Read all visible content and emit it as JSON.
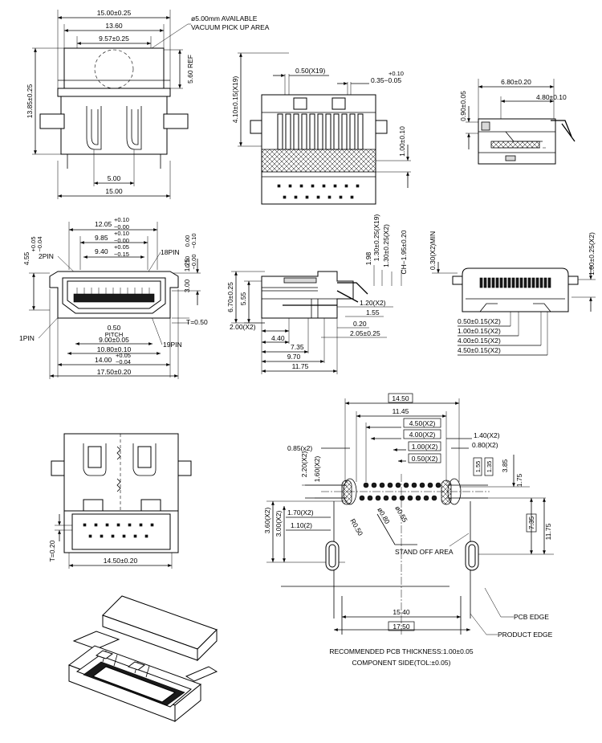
{
  "front_view": {
    "overall_width": "15.00±0.25",
    "inner_width": "13.60",
    "opening_width": "9.57±0.25",
    "vacuum_note_line1": "ø5.00mm AVAILABLE",
    "vacuum_note_line2": "VACUUM PICK UP AREA",
    "height_ref": "5.60 REF",
    "overall_height": "13.85±0.25",
    "post_spacing": "5.00",
    "bottom_width": "15.00"
  },
  "side_view": {
    "pin_width": "0.50(X19)",
    "pin_tol_plus": "+0.10",
    "pin_tol_main": "0.35−0.05",
    "height_pins": "4.10±0.15(X19)",
    "standoff": "1.00±0.10"
  },
  "right_view": {
    "dim_a": "6.80±0.20",
    "dim_b": "4.80±0.10",
    "dim_c": "0.90±0.05"
  },
  "mating_face": {
    "w1": "12.05",
    "w1_tol_up": "+0.10",
    "w1_tol_dn": "−0.00",
    "w2": "9.85",
    "w2_tol_up": "+0.10",
    "w2_tol_dn": "−0.00",
    "w3": "9.40",
    "w3_tol_up": "+0.05",
    "w3_tol_dn": "−0.15",
    "pin2": "2PIN",
    "pin18": "18PIN",
    "pin1": "1PIN",
    "pin19": "19PIN",
    "h_left": "4.55",
    "h_left_tol_up": "+0.05",
    "h_left_tol_dn": "−0.04",
    "h_r1": "1.25",
    "h_r1_tol_up": "0.00",
    "h_r1_tol_dn": "−0.10",
    "h_r2": "3.00",
    "h_r2_tol_up": "0.10",
    "h_r2_tol_dn": "−0.00",
    "t": "T=0.50",
    "pitch_val": "0.50",
    "pitch_label": "PITCH",
    "w4": "9.00±0.05",
    "w5": "10.80±0.10",
    "w6": "14.00",
    "w6_tol_up": "+0.05",
    "w6_tol_dn": "−0.04",
    "w7": "17.50±0.20"
  },
  "profile_view": {
    "h1": "1.98",
    "h2": "1.30±0.25(X19)",
    "h3": "1.30±0.25(X2)",
    "h4": "CH−1.95±0.20",
    "h_total": "6.70±0.25",
    "h_low": "5.55",
    "d1": "1.20(X2)",
    "d2": "1.55",
    "d3": "0.20",
    "d4": "2.05±0.25",
    "d5": "2.00(X2)",
    "d6": "4.40",
    "d7": "7.35",
    "d8": "9.70",
    "d9": "11.75"
  },
  "rear_view": {
    "h_min": "0.30(X2)MIN",
    "h_right": "1.60±0.25(X2)",
    "d1": "0.50±0.15(X2)",
    "d2": "1.00±0.15(X2)",
    "d3": "4.00±0.15(X2)",
    "d4": "4.50±0.15(X2)"
  },
  "top_view": {
    "t": "T=0.20",
    "width": "14.50±0.20"
  },
  "pcb_layout": {
    "w_total": "14.50",
    "w_pads": "11.45",
    "w_a": "4.50(X2)",
    "w_b": "4.00(X2)",
    "w_c": "1.00(X2)",
    "w_d": "0.50(X2)",
    "r1": "1.40(X2)",
    "r2": "0.80(X2)",
    "l1": "0.85(x2)",
    "l2": "2.20(X2)",
    "l3": "1.60(X2)",
    "v1": "1.55",
    "v2": "1.35",
    "v3": "3.85",
    "v4": "1.75",
    "v5": "7.35",
    "v6": "11.75",
    "h1": "3.60(X2)",
    "h2": "3.00(X2)",
    "h3": "1.70(X2)",
    "h4": "1.10(2)",
    "rad": "R0.50",
    "dia1": "ø0.80",
    "dia2": "ø0.55",
    "standoff": "STAND OFF AREA",
    "w15": "15.40",
    "w17": "17.50",
    "pcb_edge": "PCB EDGE",
    "product_edge": "PRODUCT EDGE",
    "note1": "RECOMMENDED PCB THICKNESS:1.00±0.05",
    "note2": "COMPONENT SIDE(TOL:±0.05)"
  }
}
